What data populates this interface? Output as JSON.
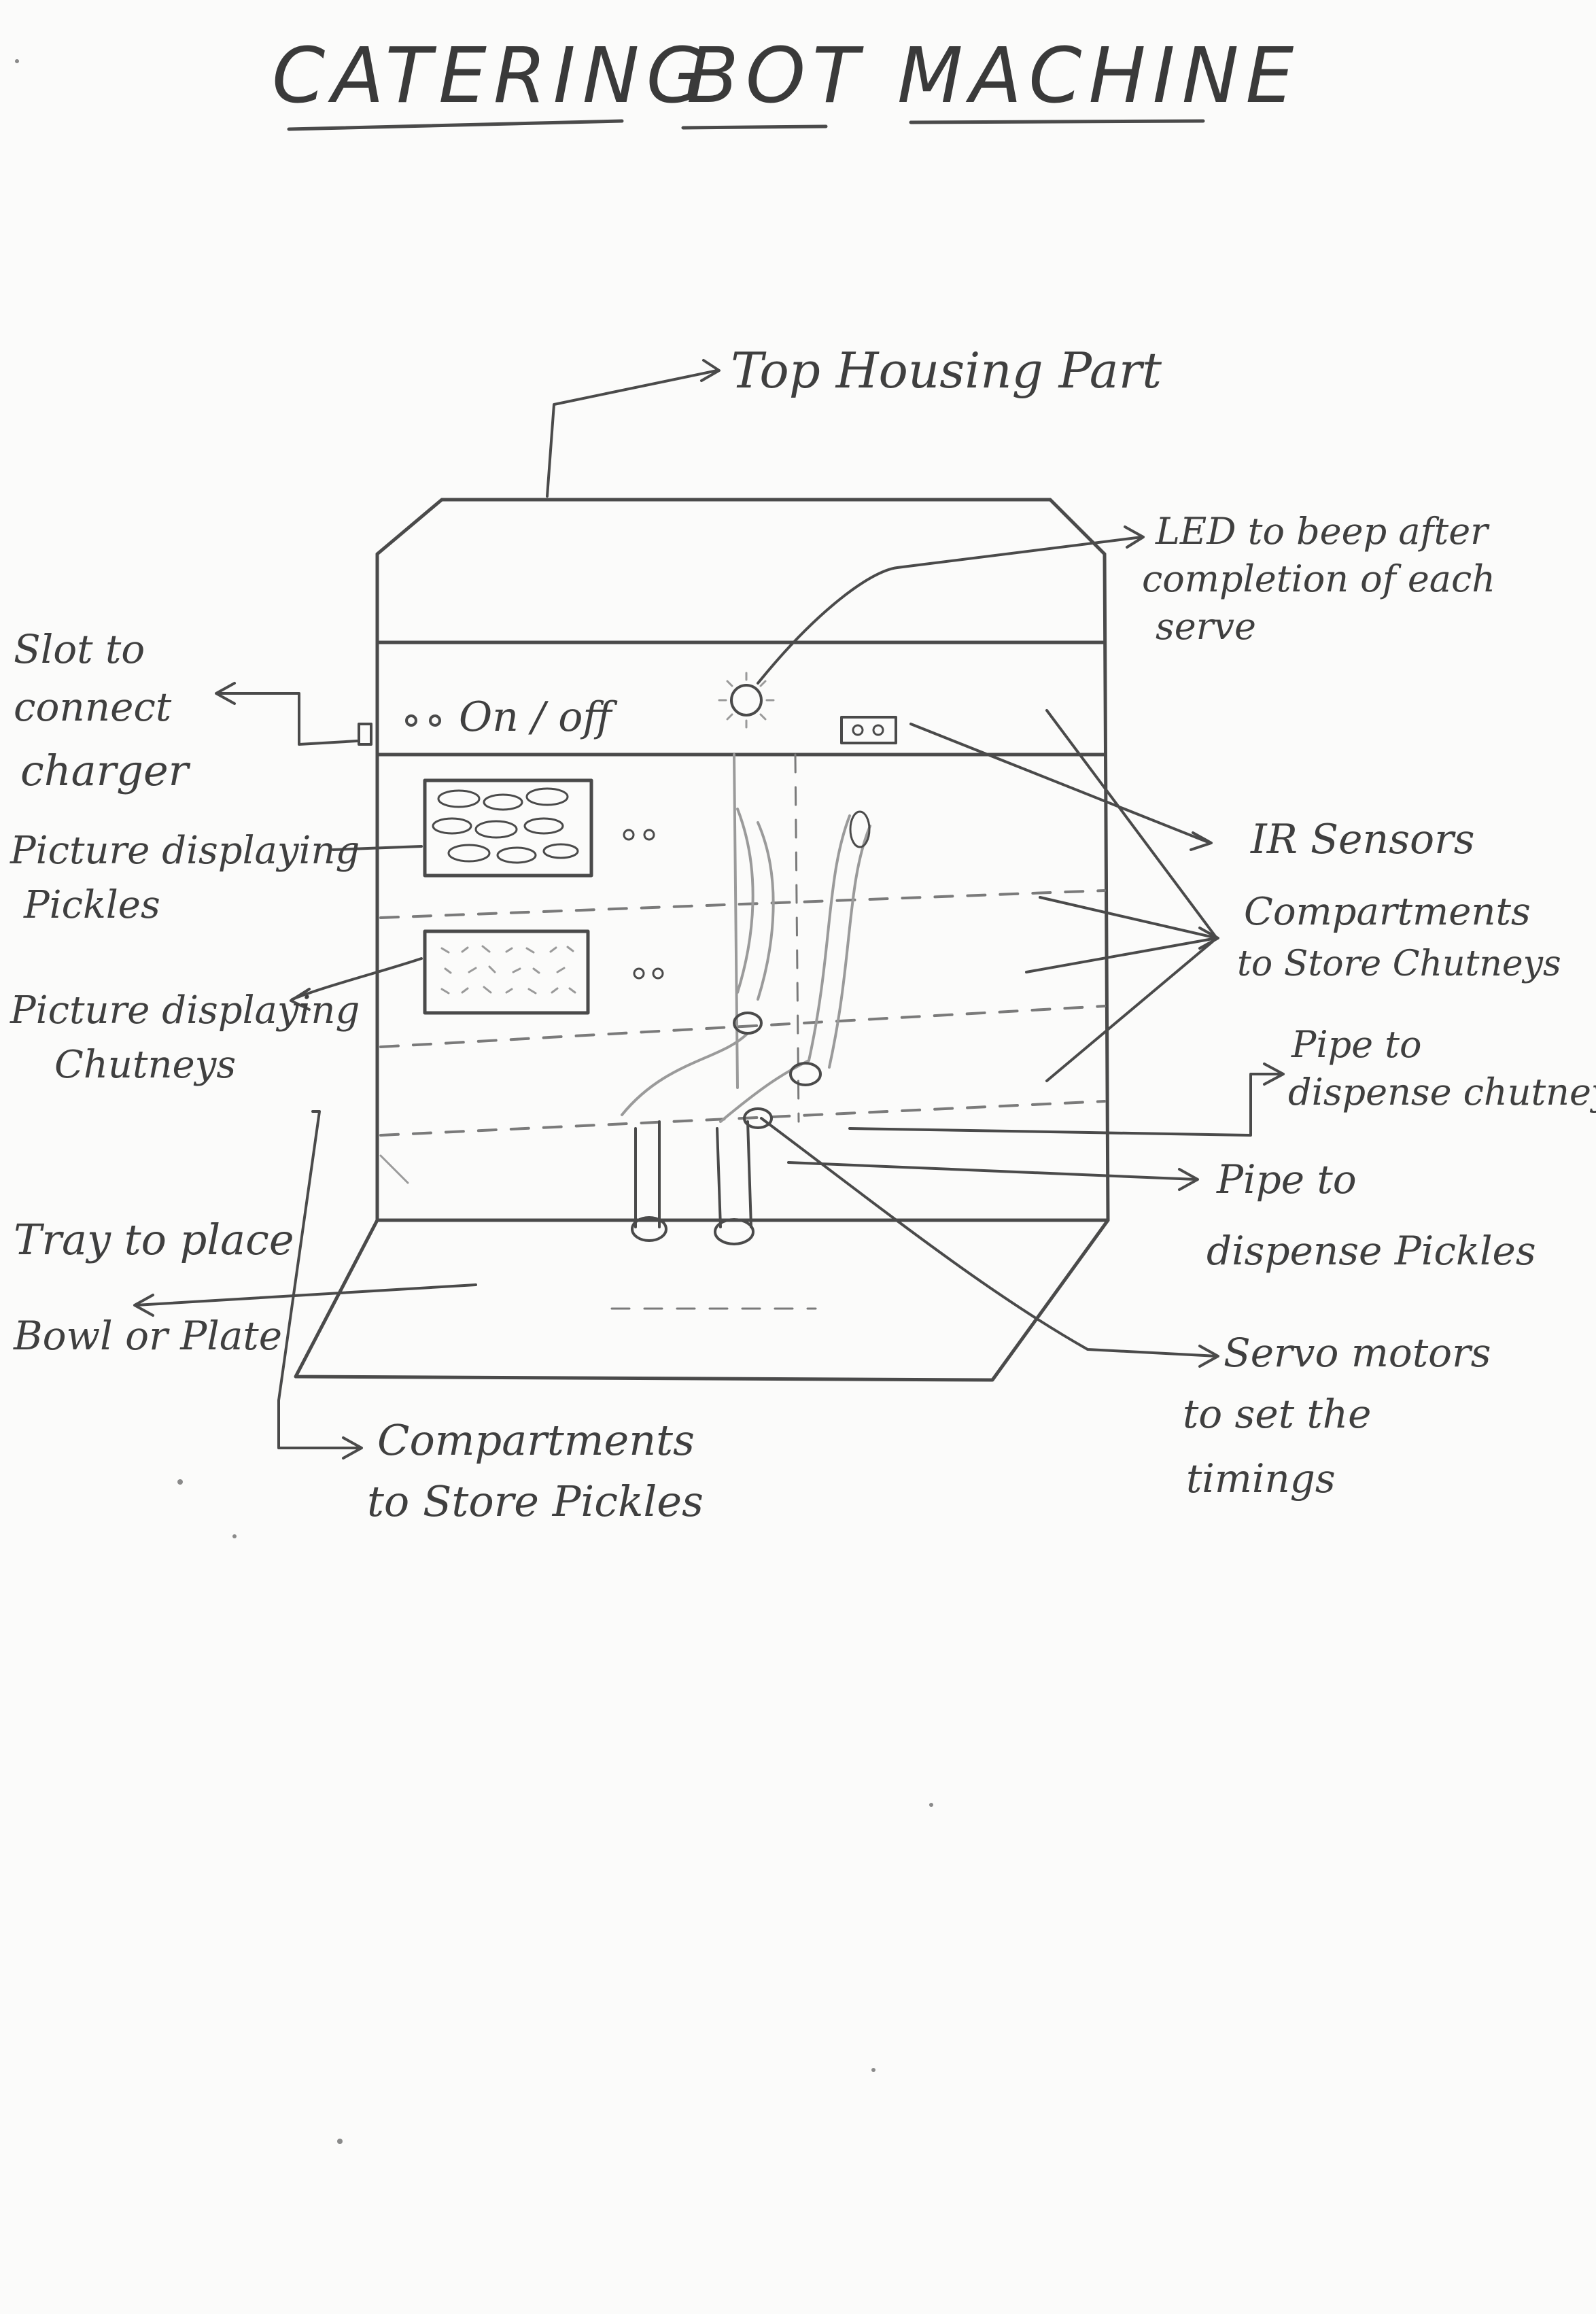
{
  "title": {
    "word1": "CATERING",
    "word2": "BOT",
    "word3": "MACHINE"
  },
  "panel": {
    "switch_label": "On / off"
  },
  "labels": {
    "top_housing": "Top Housing Part",
    "led": [
      "LED to beep after",
      "completion of each",
      "serve"
    ],
    "charger_slot": [
      "Slot to",
      "connect",
      "charger"
    ],
    "picture_pickles": [
      "Picture displaying",
      "Pickles"
    ],
    "picture_chutneys": [
      "Picture displaying",
      "Chutneys"
    ],
    "ir_sensors": "IR Sensors",
    "chutney_compartments": [
      "Compartments",
      "to Store Chutneys"
    ],
    "pipe_chutneys": [
      "Pipe to",
      "dispense chutneys"
    ],
    "pipe_pickles": [
      "Pipe to",
      "dispense Pickles"
    ],
    "tray": [
      "Tray to place",
      "Bowl or Plate"
    ],
    "servo_motors": [
      "Servo motors",
      "to set the",
      "timings"
    ],
    "pickle_compartments": [
      "Compartments",
      "to Store Pickles"
    ]
  }
}
